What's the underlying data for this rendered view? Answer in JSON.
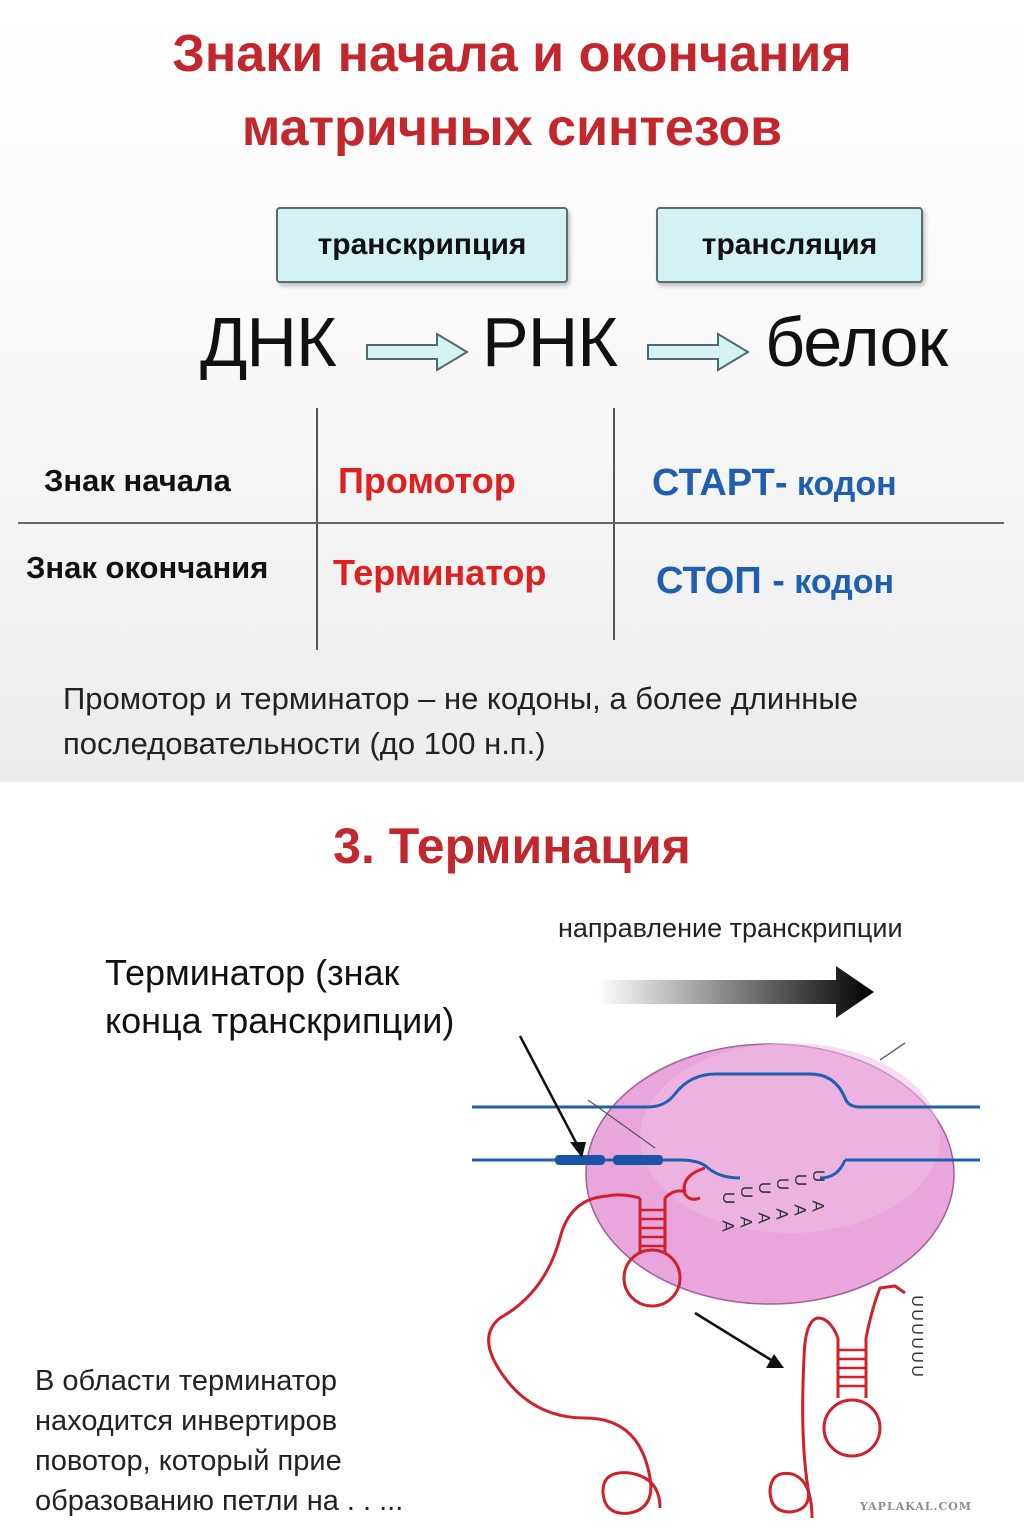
{
  "slide1": {
    "title_line1": "Знаки начала и окончания",
    "title_line2": "матричных синтезов",
    "process_boxes": [
      "транскрипция",
      "трансляция"
    ],
    "flow": [
      "ДНК",
      "РНК",
      "белок"
    ],
    "table": {
      "rows": [
        {
          "label": "Знак начала",
          "transcription": "Промотор",
          "translation_main": "СТАРТ-",
          "translation_suffix": " кодон"
        },
        {
          "label": "Знак окончания",
          "transcription": "Терминатор",
          "translation_main": "СТОП -",
          "translation_suffix": " кодон"
        }
      ]
    },
    "note_line1": "Промотор и терминатор – не кодоны, а более длинные",
    "note_line2": "последовательности (до 100 н.п.)"
  },
  "slide2": {
    "title": "3. Терминация",
    "direction_label": "направление транскрипции",
    "terminator_line1": "Терминатор (знак",
    "terminator_line2": "конца транскрипции)",
    "rna_u_chars": [
      "U",
      "U",
      "U",
      "U",
      "U",
      "U"
    ],
    "dna_a_chars": [
      "A",
      "A",
      "A",
      "A",
      "A",
      "A"
    ],
    "released_u_chars": [
      "U",
      "U",
      "U",
      "U",
      "U",
      "U"
    ],
    "bottom_note": [
      "В области терминатор",
      "находится инвертиров",
      "повотор, который прие",
      "образованию петли на . . ..."
    ],
    "watermark": "YAPLAKAL.COM"
  },
  "colors": {
    "title_red": "#c1272d",
    "cell_red": "#e02020",
    "cell_blue": "#1f5fb0",
    "box_fill": "#d4f1f4",
    "rna_red": "#d0202a",
    "dna_blue": "#1f5fb0",
    "polymerase_pink": "#e8a6dc"
  }
}
